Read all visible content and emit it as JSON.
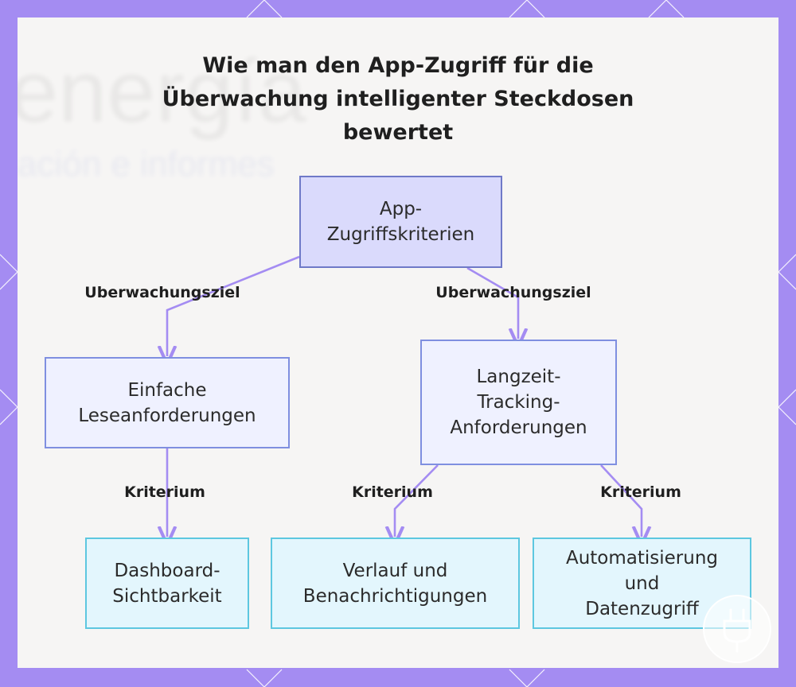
{
  "title_lines": [
    "Wie man den App-Zugriff für die",
    "Überwachung intelligenter Steckdosen",
    "bewertet"
  ],
  "background_text": [
    "energía",
    "ación e informes"
  ],
  "nodes": {
    "root": "App-\nZugriffskriterien",
    "simple": "Einfache\nLeseanforderungen",
    "longterm": "Langzeit-\nTracking-\nAnforderungen",
    "dashboard": "Dashboard-\nSichtbarkeit",
    "history": "Verlauf und\nBenachrichtigungen",
    "automation": "Automatisierung\nund\nDatenzugriff"
  },
  "edge_labels": {
    "root_simple": "Uberwachungsziel",
    "root_longterm": "Uberwachungsziel",
    "simple_dashboard": "Kriterium",
    "longterm_history": "Kriterium",
    "longterm_automation": "Kriterium"
  },
  "colors": {
    "frame": "#a48cf2",
    "edge": "#a48cf2",
    "root_fill": "#dadafc",
    "mid_fill": "#eff1ff",
    "leaf_fill": "#e3f6fd"
  },
  "icons": {
    "corner": "power-plug-icon"
  }
}
